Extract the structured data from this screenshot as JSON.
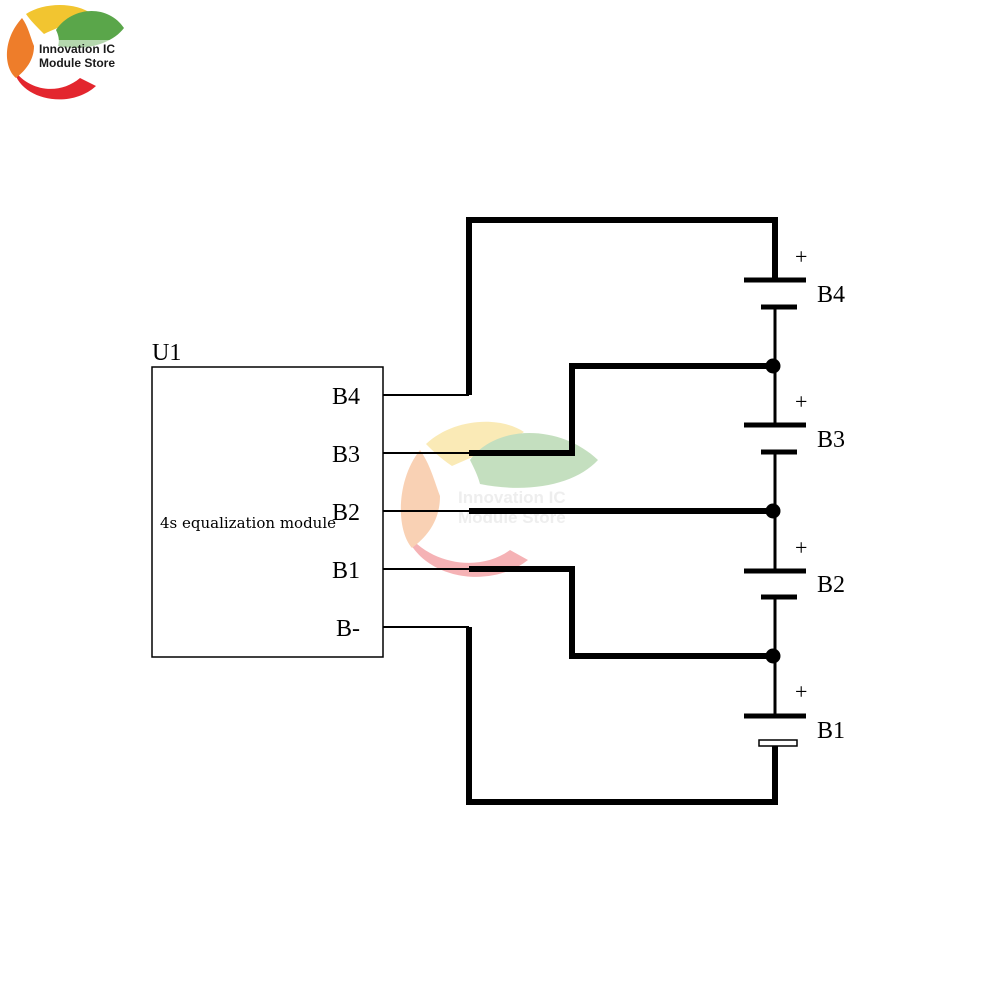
{
  "logo": {
    "line1": "Innovation IC",
    "line2": "Module Store"
  },
  "watermark": {
    "line1": "Innovation IC",
    "line2": "Module Store"
  },
  "module": {
    "label": "U1",
    "description": "4s equalization module",
    "pins": [
      "B4",
      "B3",
      "B2",
      "B1",
      "B-"
    ]
  },
  "batteries": [
    {
      "label": "B4",
      "polarity": "+"
    },
    {
      "label": "B3",
      "polarity": "+"
    },
    {
      "label": "B2",
      "polarity": "+"
    },
    {
      "label": "B1",
      "polarity": "+"
    }
  ],
  "colors": {
    "wire": "#000000",
    "logo_green": "#5aa64a",
    "logo_yellow": "#f2c530",
    "logo_orange": "#ee7d2a",
    "logo_red": "#e3262e"
  }
}
